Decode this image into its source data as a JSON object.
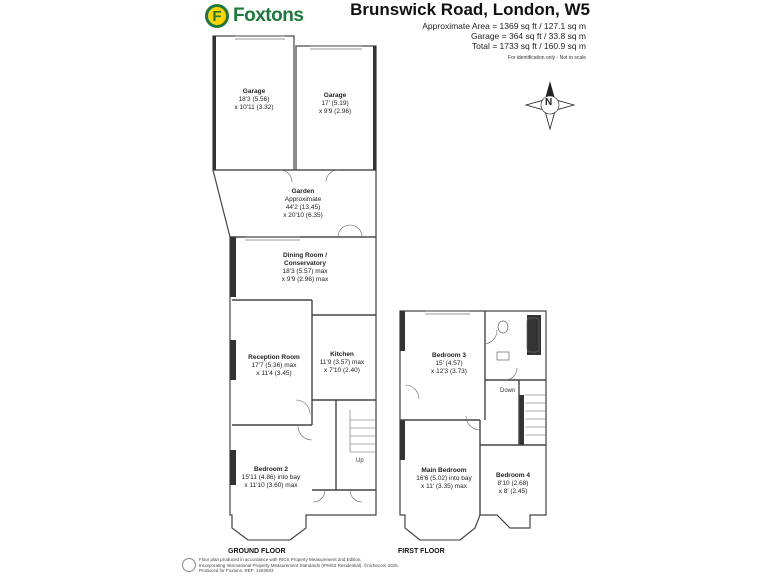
{
  "brand": {
    "name": "Foxtons",
    "icon_letter": "F",
    "color": "#1b7a3a",
    "accent": "#ffd400"
  },
  "header": {
    "title": "Brunswick Road, London, W5",
    "approximate_area": "Approximate Area = 1369 sq ft / 127.1 sq m",
    "garage_area": "Garage = 364 sq ft / 33.8 sq m",
    "total_area": "Total = 1733 sq ft / 160.9 sq m",
    "disclaimer": "For identification only - Not to scale"
  },
  "compass": {
    "label": "N",
    "icon": "compass-icon"
  },
  "rooms": {
    "garage_left": {
      "name": "Garage",
      "dim1": "18'3 (5.56)",
      "dim2": "x 10'11 (3.32)"
    },
    "garage_right": {
      "name": "Garage",
      "dim1": "17' (5.19)",
      "dim2": "x 9'9 (2.96)"
    },
    "garden": {
      "name": "Garden",
      "dim1": "Approximate",
      "dim2": "44'2 (13.45)",
      "dim3": "x 20'10 (6.35)"
    },
    "dining": {
      "name": "Dining Room /",
      "name2": "Conservatory",
      "dim1": "18'3 (5.57) max",
      "dim2": "x 9'9 (2.96) max"
    },
    "reception": {
      "name": "Reception Room",
      "dim1": "17'7 (5.36) max",
      "dim2": "x 11'4 (3.45)"
    },
    "kitchen": {
      "name": "Kitchen",
      "dim1": "11'9 (3.57) max",
      "dim2": "x 7'10 (2.40)"
    },
    "bedroom2": {
      "name": "Bedroom 2",
      "dim1": "15'11 (4.86) into bay",
      "dim2": "x 11'10 (3.60) max"
    },
    "bedroom3": {
      "name": "Bedroom 3",
      "dim1": "15' (4.57)",
      "dim2": "x 12'3 (3.73)"
    },
    "main_bedroom": {
      "name": "Main Bedroom",
      "dim1": "16'6 (5.02) into bay",
      "dim2": "x 11' (3.35) max"
    },
    "bedroom4": {
      "name": "Bedroom 4",
      "dim1": "8'10 (2.68)",
      "dim2": "x 8' (2.45)"
    }
  },
  "stairs": {
    "up": "Up",
    "down": "Down"
  },
  "floors": {
    "ground": "GROUND FLOOR",
    "first": "FIRST FLOOR"
  },
  "footer": {
    "line1": "Floor plan produced in accordance with RICS Property Measurement 2nd Edition,",
    "line2": "Incorporating International Property Measurement Standards (IPMS2 Residential). ©nichecom 2025.",
    "line3": "Produced for Foxtons.   REF: 1263933"
  }
}
